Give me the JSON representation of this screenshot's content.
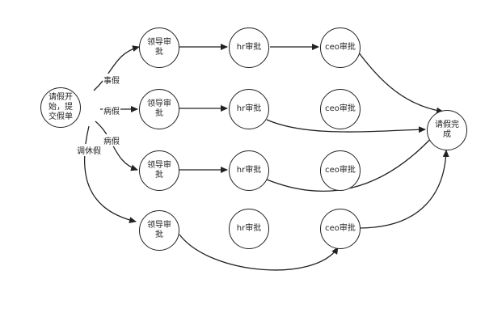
{
  "nodes": {
    "start": "请假开\n始，提\n交假单",
    "done": "请假完\n成",
    "lead1": "领导审\n批",
    "lead2": "领导审\n批",
    "lead3": "领导审\n批",
    "lead4": "领导审\n批",
    "hr1": "hr审批",
    "hr2": "hr审批",
    "hr3": "hr审批",
    "hr4": "hr审批",
    "ceo1": "ceo审批",
    "ceo2": "ceo审批",
    "ceo3": "ceo审批",
    "ceo4": "ceo审批"
  },
  "edges": {
    "personal": "事假",
    "sick_a": "病假",
    "sick_b": "病假",
    "compensatory": "调休假"
  }
}
